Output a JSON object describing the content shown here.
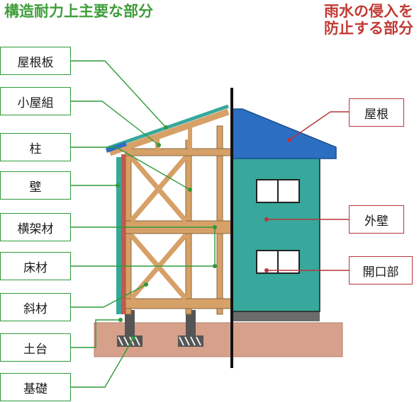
{
  "headings": {
    "structural": "構造耐力上主要な部分",
    "rain_line1": "雨水の侵入を",
    "rain_line2": "防止する部分"
  },
  "structural_labels": [
    "屋根板",
    "小屋組",
    "柱",
    "壁",
    "横架材",
    "床材",
    "斜材",
    "土台",
    "基礎"
  ],
  "rain_labels": [
    "屋根",
    "外壁",
    "開口部"
  ],
  "colors": {
    "structural": "#3f9e3a",
    "rain": "#c23a35",
    "roof": "#2c6fc2",
    "wall": "#37a89b",
    "wood": "#d6a067",
    "foundation": "#d7a08a"
  }
}
